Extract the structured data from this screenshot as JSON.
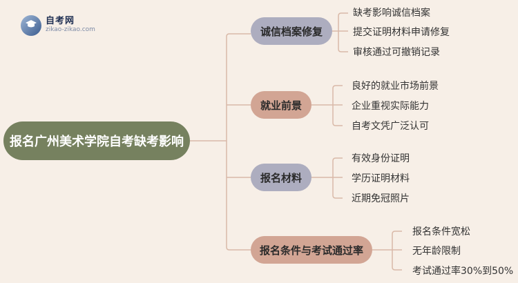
{
  "logo": {
    "title": "自考网",
    "subtitle": "zikao-zikao.com"
  },
  "root": {
    "label": "报名广州美术学院自考缺考影响"
  },
  "branches": [
    {
      "label": "诚信档案修复",
      "children": [
        "缺考影响诚信档案",
        "提交证明材料申请修复",
        "审核通过可撤销记录"
      ]
    },
    {
      "label": "就业前景",
      "children": [
        "良好的就业市场前景",
        "企业重视实际能力",
        "自考文凭广泛认可"
      ]
    },
    {
      "label": "报名材料",
      "children": [
        "有效身份证明",
        "学历证明材料",
        "近期免冠照片"
      ]
    },
    {
      "label": "报名条件与考试通过率",
      "children": [
        "报名条件宽松",
        "无年龄限制",
        "考试通过率30%到50%"
      ]
    }
  ],
  "colors": {
    "background": "#f7efe7",
    "root": "#76815f",
    "branch_gray": "#adadbf",
    "branch_salmon": "#d2a594",
    "connector": "#d9b9a8"
  }
}
